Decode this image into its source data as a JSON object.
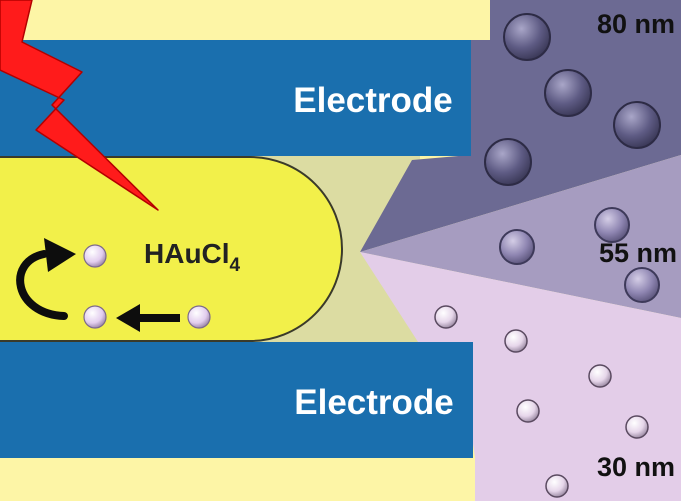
{
  "electrodes": {
    "top_label": "Electrode",
    "bottom_label": "Electrode",
    "color": "#1a6fae"
  },
  "plasma": {
    "label_main": "HAuCl",
    "label_subscript": "4",
    "fill": "#f2f04a"
  },
  "size_labels": {
    "large": "80 nm",
    "medium": "55 nm",
    "small": "30 nm"
  },
  "colors": {
    "background": "#fdf5a6",
    "lightning": "#ff1b1b",
    "region_large": "#6c6a93",
    "region_medium": "#a69cc0",
    "region_small": "#e3cde8",
    "particle_large": "#5c5a80",
    "particle_medium": "#8e86b0",
    "particle_small": "#eadcee"
  },
  "icons": {
    "energy": "lightning-bolt-icon",
    "cycle": "curved-arrow-icon",
    "flow": "left-arrow-icon"
  }
}
